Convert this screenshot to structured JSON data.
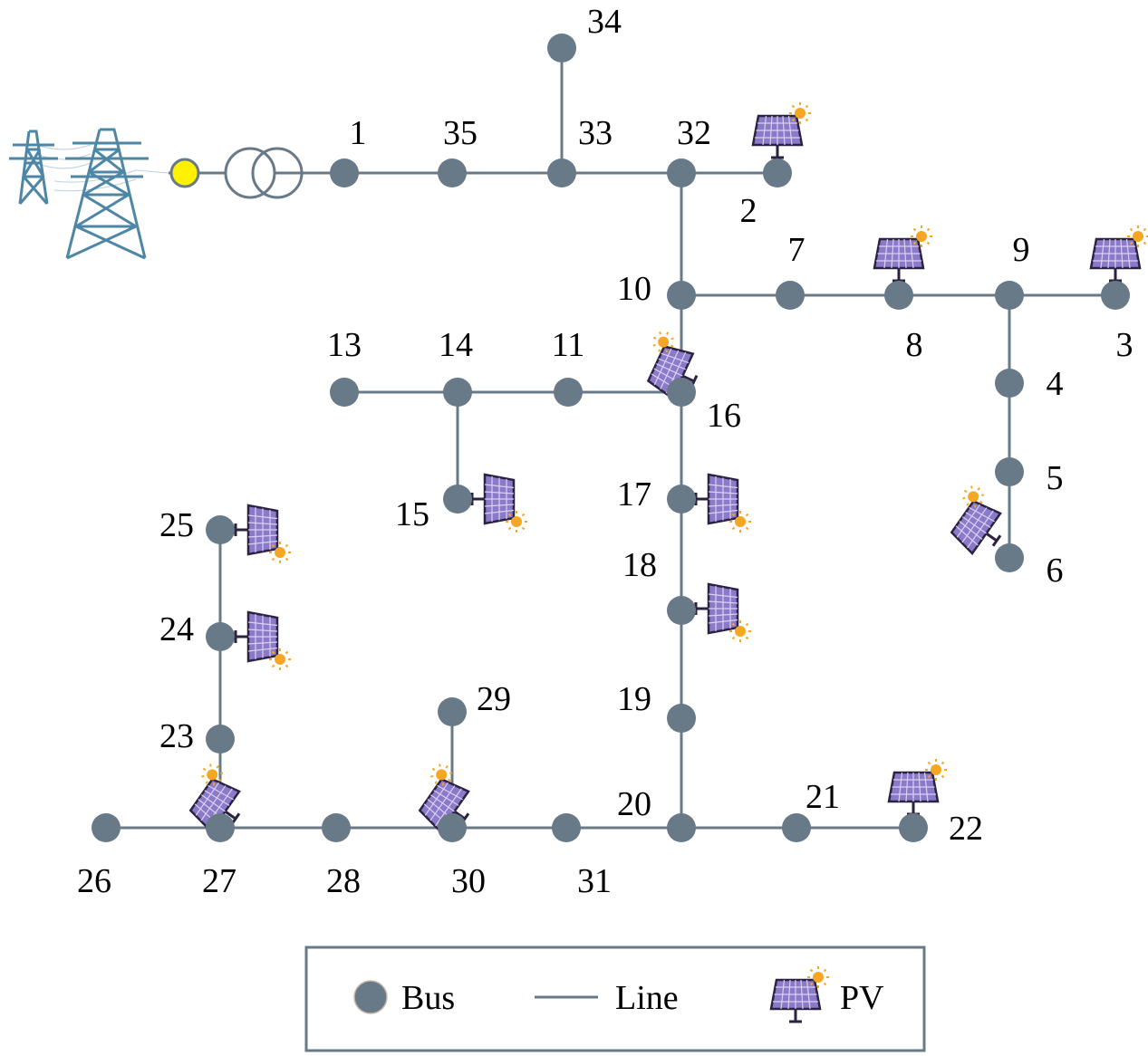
{
  "colors": {
    "bus": "#687988",
    "line": "#687988",
    "source_bus": "#fff200",
    "tower": "#4e86a6",
    "pv_panel": "#8b79c9",
    "pv_frame": "#2b2140",
    "sun": "#f5a623"
  },
  "icons": [
    "transmission-tower-icon",
    "transformer-icon",
    "pv-icon"
  ],
  "buses": [
    {
      "id": "1",
      "label": "1"
    },
    {
      "id": "2",
      "label": "2"
    },
    {
      "id": "3",
      "label": "3"
    },
    {
      "id": "4",
      "label": "4"
    },
    {
      "id": "5",
      "label": "5"
    },
    {
      "id": "6",
      "label": "6"
    },
    {
      "id": "7",
      "label": "7"
    },
    {
      "id": "8",
      "label": "8"
    },
    {
      "id": "9",
      "label": "9"
    },
    {
      "id": "10",
      "label": "10"
    },
    {
      "id": "11",
      "label": "11"
    },
    {
      "id": "13",
      "label": "13"
    },
    {
      "id": "14",
      "label": "14"
    },
    {
      "id": "15",
      "label": "15"
    },
    {
      "id": "16",
      "label": "16"
    },
    {
      "id": "17",
      "label": "17"
    },
    {
      "id": "18",
      "label": "18"
    },
    {
      "id": "19",
      "label": "19"
    },
    {
      "id": "20",
      "label": "20"
    },
    {
      "id": "21",
      "label": "21"
    },
    {
      "id": "22",
      "label": "22"
    },
    {
      "id": "23",
      "label": "23"
    },
    {
      "id": "24",
      "label": "24"
    },
    {
      "id": "25",
      "label": "25"
    },
    {
      "id": "26",
      "label": "26"
    },
    {
      "id": "27",
      "label": "27"
    },
    {
      "id": "28",
      "label": "28"
    },
    {
      "id": "29",
      "label": "29"
    },
    {
      "id": "30",
      "label": "30"
    },
    {
      "id": "31",
      "label": "31"
    },
    {
      "id": "32",
      "label": "32"
    },
    {
      "id": "33",
      "label": "33"
    },
    {
      "id": "34",
      "label": "34"
    },
    {
      "id": "35",
      "label": "35"
    }
  ],
  "lines": [
    [
      "1",
      "35"
    ],
    [
      "35",
      "33"
    ],
    [
      "33",
      "34"
    ],
    [
      "33",
      "32"
    ],
    [
      "32",
      "2"
    ],
    [
      "32",
      "10"
    ],
    [
      "10",
      "7"
    ],
    [
      "7",
      "8"
    ],
    [
      "8",
      "9"
    ],
    [
      "9",
      "3"
    ],
    [
      "9",
      "4"
    ],
    [
      "4",
      "5"
    ],
    [
      "5",
      "6"
    ],
    [
      "10",
      "16"
    ],
    [
      "16",
      "11"
    ],
    [
      "11",
      "14"
    ],
    [
      "14",
      "13"
    ],
    [
      "14",
      "15"
    ],
    [
      "16",
      "17"
    ],
    [
      "17",
      "18"
    ],
    [
      "18",
      "19"
    ],
    [
      "19",
      "20"
    ],
    [
      "20",
      "21"
    ],
    [
      "21",
      "22"
    ],
    [
      "20",
      "31"
    ],
    [
      "31",
      "30"
    ],
    [
      "30",
      "29"
    ],
    [
      "30",
      "28"
    ],
    [
      "28",
      "27"
    ],
    [
      "27",
      "26"
    ],
    [
      "27",
      "23"
    ],
    [
      "23",
      "24"
    ],
    [
      "24",
      "25"
    ]
  ],
  "pv_buses": [
    "2",
    "8",
    "3",
    "6",
    "16",
    "15",
    "17",
    "18",
    "25",
    "24",
    "27",
    "30",
    "22"
  ],
  "legend": {
    "bus_label": "Bus",
    "line_label": "Line",
    "pv_label": "PV"
  }
}
